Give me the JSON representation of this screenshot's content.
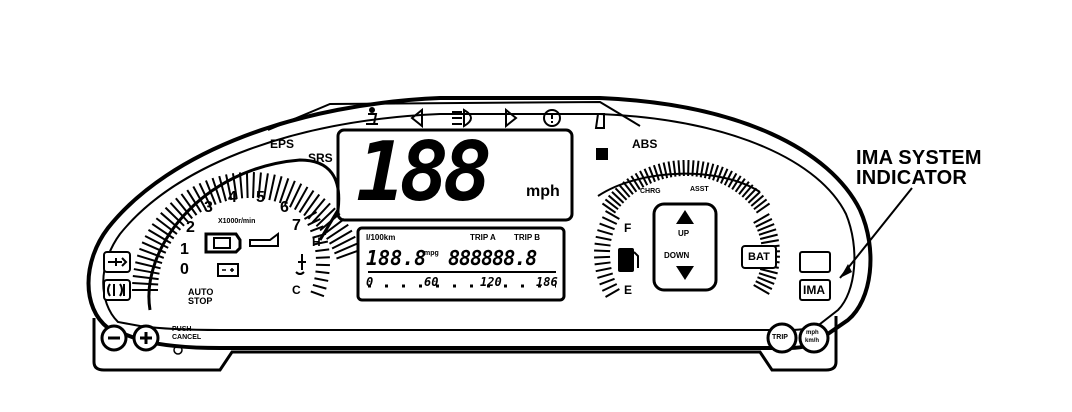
{
  "callout": {
    "line1": "IMA SYSTEM",
    "line2": "INDICATOR"
  },
  "speed": {
    "value": "188",
    "unit": "mph"
  },
  "tach": {
    "numbers": [
      "0",
      "1",
      "2",
      "3",
      "4",
      "5",
      "6",
      "7"
    ],
    "scale": "X1000r/min",
    "auto_stop": [
      "AUTO",
      "STOP"
    ]
  },
  "temp": {
    "hot": "H",
    "cold": "C"
  },
  "fuel": {
    "full": "F",
    "empty": "E"
  },
  "lcd": {
    "unit": "l/100km",
    "trip_a": "TRIP A",
    "trip_b": "TRIP B",
    "trip_value": "188.8",
    "trip_unit": "mpg",
    "odometer": "888888.8",
    "scale": [
      "0",
      "60",
      "120",
      "186"
    ]
  },
  "labels": {
    "eps": "EPS",
    "srs": "SRS",
    "abs": "ABS",
    "charge": "CHRG",
    "assist": "ASST",
    "up": "UP",
    "down": "DOWN",
    "bat": "BAT",
    "ima": "IMA",
    "push_cancel": [
      "PUSH",
      "CANCEL"
    ],
    "trip_button": "TRIP",
    "mph_button": [
      "mph",
      "km/h"
    ]
  },
  "icons": [
    "seatbelt-icon",
    "left-turn-icon",
    "high-beam-icon",
    "right-turn-icon",
    "brake-icon",
    "door-open-icon",
    "cruise-icon",
    "check-engine-icon",
    "oil-icon",
    "battery-icon",
    "fuel-pump-icon",
    "coolant-icon",
    "key-icon",
    "fog-icon",
    "low-fuel-icon"
  ]
}
